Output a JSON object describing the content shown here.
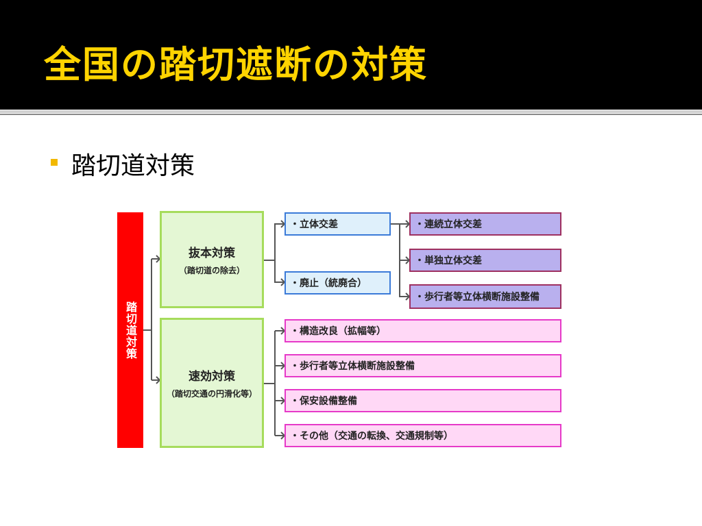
{
  "slide": {
    "title": "全国の踏切遮断の対策",
    "bullet": "踏切道対策"
  },
  "diagram": {
    "root": "踏切道対策",
    "basic": {
      "title": "抜本対策",
      "sub": "（踏切道の除去）"
    },
    "quick": {
      "title": "速効対策",
      "sub": "（踏切交通の円滑化等）"
    },
    "basic_items": [
      "・立体交差",
      "・廃止（統廃合）"
    ],
    "grade_sep_items": [
      "・連続立体交差",
      "・単独立体交差",
      "・歩行者等立体横断施設整備"
    ],
    "quick_items": [
      "・構造改良（拡幅等）",
      "・歩行者等立体横断施設整備",
      "・保安設備整備",
      "・その他（交通の転換、交通規制等）"
    ]
  },
  "colors": {
    "title_bg": "#000000",
    "title_text": "#ffd400",
    "bullet": "#f2b800",
    "root": "#ff0000",
    "mid_fill": "#e4f7d4",
    "mid_border": "#a6dc5c",
    "blue_border": "#3a7ad8",
    "purple_fill": "#b9b0ee",
    "pink_border": "#e639c8"
  }
}
